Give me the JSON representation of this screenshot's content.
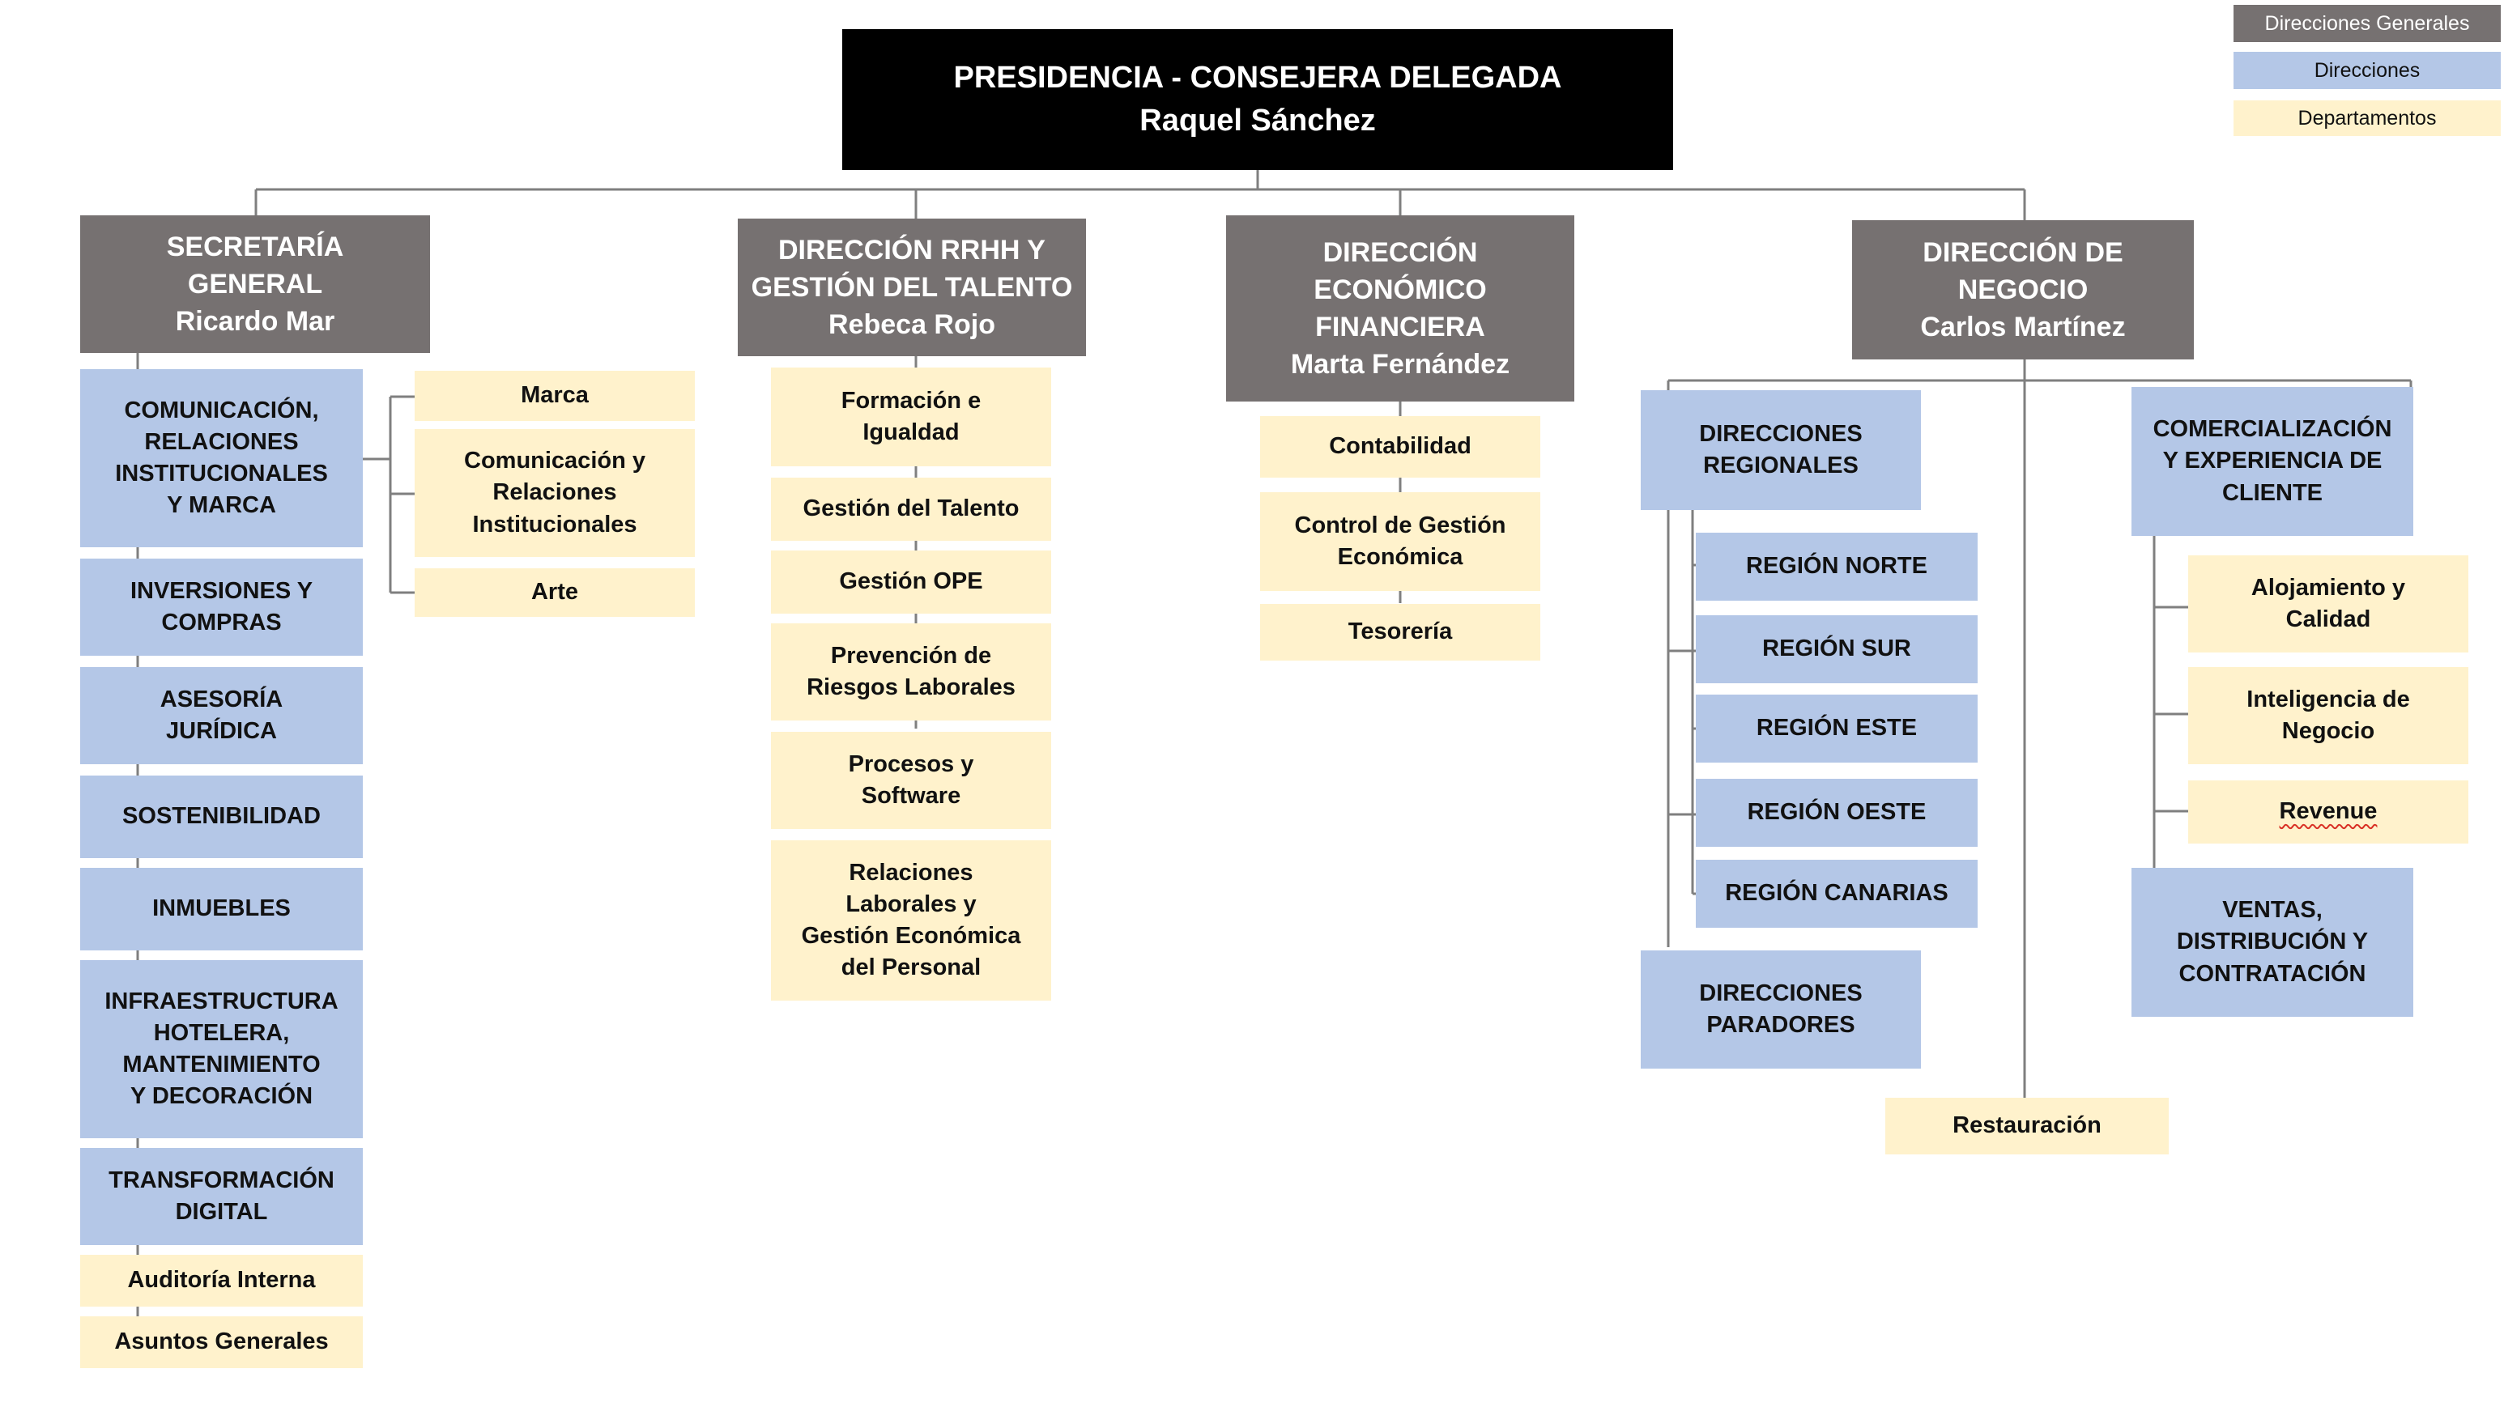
{
  "legend": {
    "general": "Direcciones Generales",
    "direction": "Direcciones",
    "department": "Departamentos"
  },
  "presidency": {
    "title": "PRESIDENCIA - CONSEJERA DELEGADA",
    "name": "Raquel Sánchez"
  },
  "secretaria": {
    "title": "SECRETARÍA\nGENERAL\nRicardo Mar",
    "directions": {
      "comunicacion": "COMUNICACIÓN,\nRELACIONES\nINSTITUCIONALES\nY MARCA",
      "inversiones": "INVERSIONES Y\nCOMPRAS",
      "asesoria": "ASESORÍA\nJURÍDICA",
      "sostenibilidad": "SOSTENIBILIDAD",
      "inmuebles": "INMUEBLES",
      "infraestructura": "INFRAESTRUCTURA\nHOTELERA,\nMANTENIMIENTO\nY DECORACIÓN",
      "transformacion": "TRANSFORMACIÓN\nDIGITAL"
    },
    "departments": {
      "auditoria": "Auditoría Interna",
      "asuntos": "Asuntos Generales"
    },
    "comunicacion_departments": {
      "marca": "Marca",
      "comunicacion": "Comunicación y\nRelaciones\nInstitucionales",
      "arte": "Arte"
    }
  },
  "rrhh": {
    "title": "DIRECCIÓN RRHH Y\nGESTIÓN DEL TALENTO\nRebeca Rojo",
    "departments": {
      "formacion": "Formación e\nIgualdad",
      "talento": "Gestión del Talento",
      "ope": "Gestión OPE",
      "prevencion": "Prevención de\nRiesgos Laborales",
      "procesos": "Procesos y\nSoftware",
      "relaciones": "Relaciones\nLaborales y\nGestión Económica\ndel Personal"
    }
  },
  "financiera": {
    "title": "DIRECCIÓN\nECONÓMICO\nFINANCIERA\nMarta Fernández",
    "departments": {
      "contabilidad": "Contabilidad",
      "control": "Control de Gestión\nEconómica",
      "tesoreria": "Tesorería"
    }
  },
  "negocio": {
    "title": "DIRECCIÓN DE\nNEGOCIO\nCarlos Martínez",
    "regionales": "DIRECCIONES\nREGIONALES",
    "regions": {
      "norte": "REGIÓN NORTE",
      "sur": "REGIÓN SUR",
      "este": "REGIÓN ESTE",
      "oeste": "REGIÓN OESTE",
      "canarias": "REGIÓN CANARIAS"
    },
    "paradores": "DIRECCIONES\nPARADORES",
    "restauracion": "Restauración",
    "comercializacion": "COMERCIALIZACIÓN\nY EXPERIENCIA DE\nCLIENTE",
    "comercial_departments": {
      "alojamiento": "Alojamiento y\nCalidad",
      "inteligencia": "Inteligencia de\nNegocio",
      "revenue": "Revenue"
    },
    "ventas": "VENTAS,\nDISTRIBUCIÓN Y\nCONTRATACIÓN"
  },
  "colors": {
    "general": "#767171",
    "direction": "#b4c7e7",
    "department": "#fff2cc",
    "top": "#000000",
    "connector": "#7f7f7f"
  }
}
